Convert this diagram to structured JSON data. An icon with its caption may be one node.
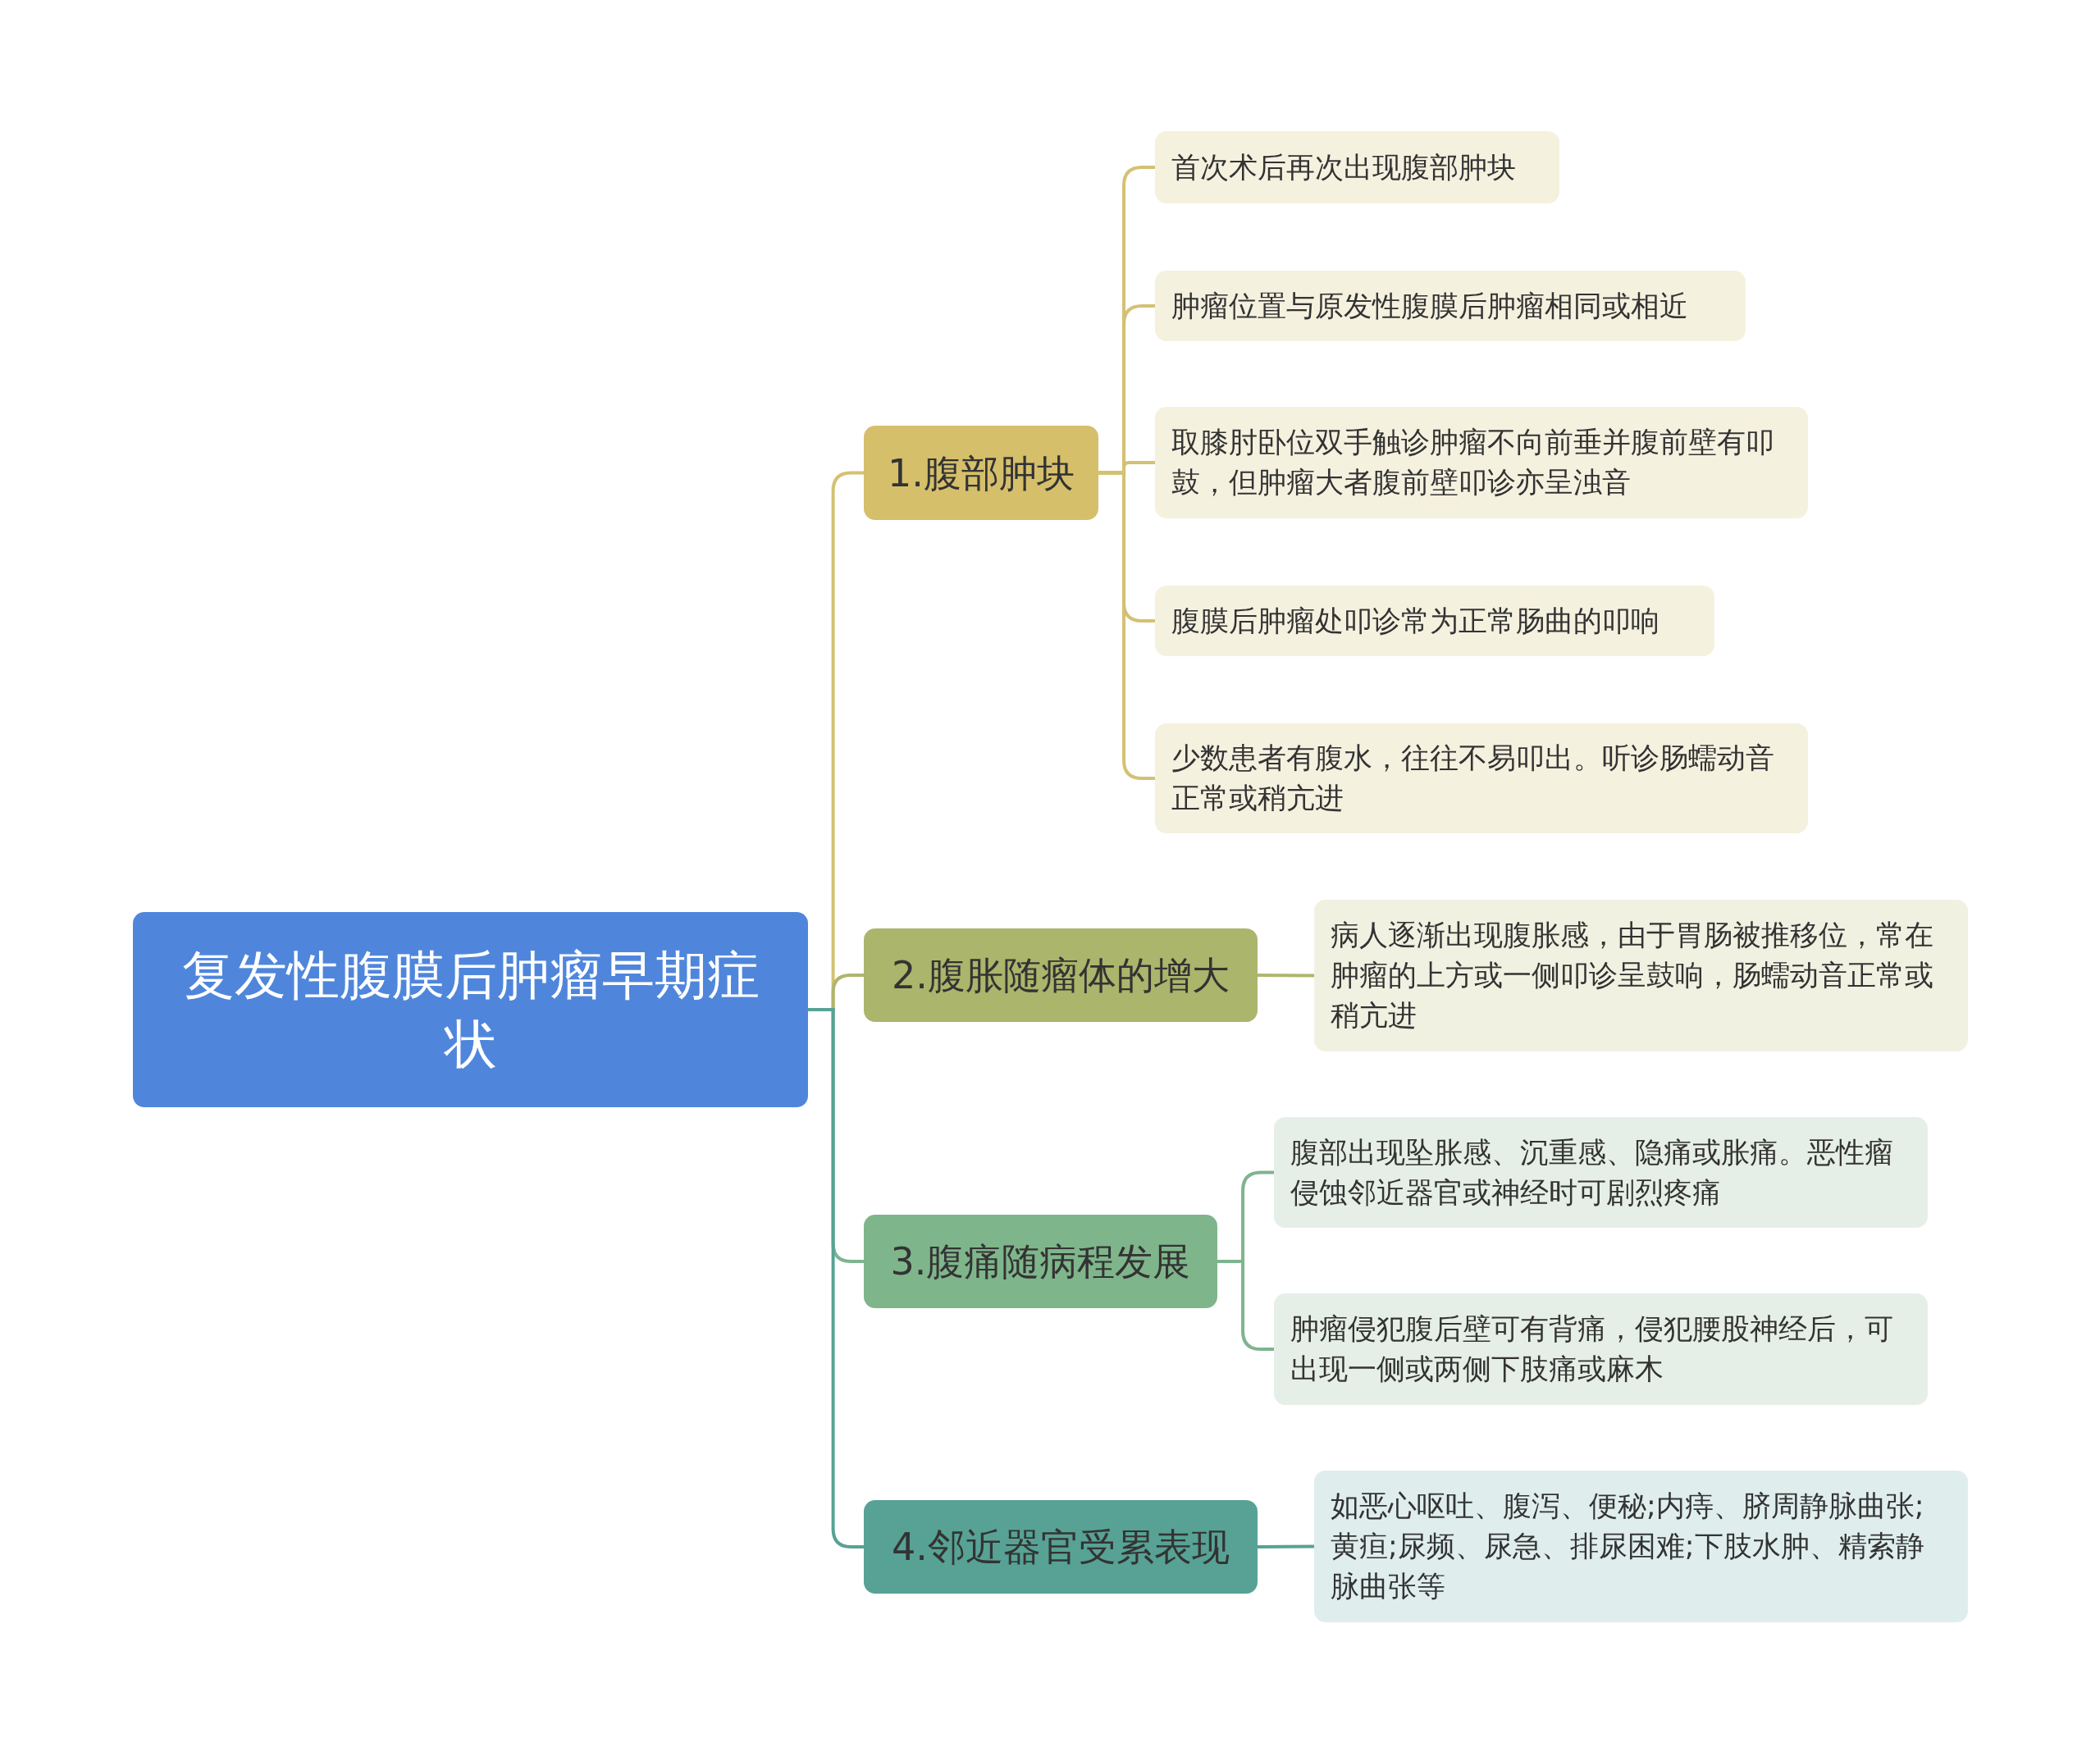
{
  "diagram": {
    "nodes": [
      {
        "text": [
          "复发性腹膜后肿瘤早期症状"
        ]
      },
      {
        "text": [
          "1.腹部肿块"
        ]
      },
      {
        "text": [
          "首次术后再次出现腹部肿块"
        ]
      },
      {
        "text": [
          "肿瘤位置与原发性腹膜后肿瘤相同或相近"
        ]
      },
      {
        "text": [
          "取膝肘卧位双手触诊肿瘤不向前垂并腹前壁有叩鼓，但肿瘤大者腹前壁叩诊亦呈浊音"
        ]
      },
      {
        "text": [
          "腹膜后肿瘤处叩诊常为正常肠曲的叩响"
        ]
      },
      {
        "text": [
          "少数患者有腹水，往往不易叩出。听诊肠蠕动音正常或稍亢进"
        ]
      },
      {
        "text": [
          "2.腹胀随瘤体的增大"
        ]
      },
      {
        "text": [
          "病人逐渐出现腹胀感，由于胃肠被推移位，常在肿瘤的上方或一侧叩诊呈鼓响，肠蠕动音正常或稍亢进"
        ]
      },
      {
        "text": [
          "3.腹痛随病程发展"
        ]
      },
      {
        "text": [
          "腹部出现坠胀感、沉重感、隐痛或胀痛。恶性瘤侵蚀邻近器官或神经时可剧烈疼痛"
        ]
      },
      {
        "text": [
          "肿瘤侵犯腹后壁可有背痛，侵犯腰股神经后，可出现一侧或两侧下肢痛或麻木"
        ]
      },
      {
        "text": [
          "4.邻近器官受累表现"
        ]
      },
      {
        "text": [
          "如恶心呕吐、腹泻、便秘;内痔、脐周静脉曲张;黄疸;尿频、尿急、排尿困难;下肢水肿、精索静脉曲张等"
        ]
      }
    ],
    "edges": [
      {
        "from": 0,
        "to": 1,
        "arrow": "none",
        "color": "#d4c172"
      },
      {
        "from": 0,
        "to": 7,
        "arrow": "none",
        "color": "#b0b56e"
      },
      {
        "from": 0,
        "to": 9,
        "arrow": "none",
        "color": "#7fb48f"
      },
      {
        "from": 0,
        "to": 12,
        "arrow": "none",
        "color": "#57a294"
      },
      {
        "from": 1,
        "to": 2,
        "arrow": "none",
        "color": "#d4c172"
      },
      {
        "from": 1,
        "to": 3,
        "arrow": "none",
        "color": "#d4c172"
      },
      {
        "from": 1,
        "to": 4,
        "arrow": "none",
        "color": "#d4c172"
      },
      {
        "from": 1,
        "to": 5,
        "arrow": "none",
        "color": "#d4c172"
      },
      {
        "from": 1,
        "to": 6,
        "arrow": "none",
        "color": "#d4c172"
      },
      {
        "from": 7,
        "to": 8,
        "arrow": "none",
        "color": "#b0b56e"
      },
      {
        "from": 9,
        "to": 10,
        "arrow": "none",
        "color": "#7fb48f"
      },
      {
        "from": 9,
        "to": 11,
        "arrow": "none",
        "color": "#7fb48f"
      },
      {
        "from": 12,
        "to": 13,
        "arrow": "none",
        "color": "#57a294"
      }
    ]
  }
}
